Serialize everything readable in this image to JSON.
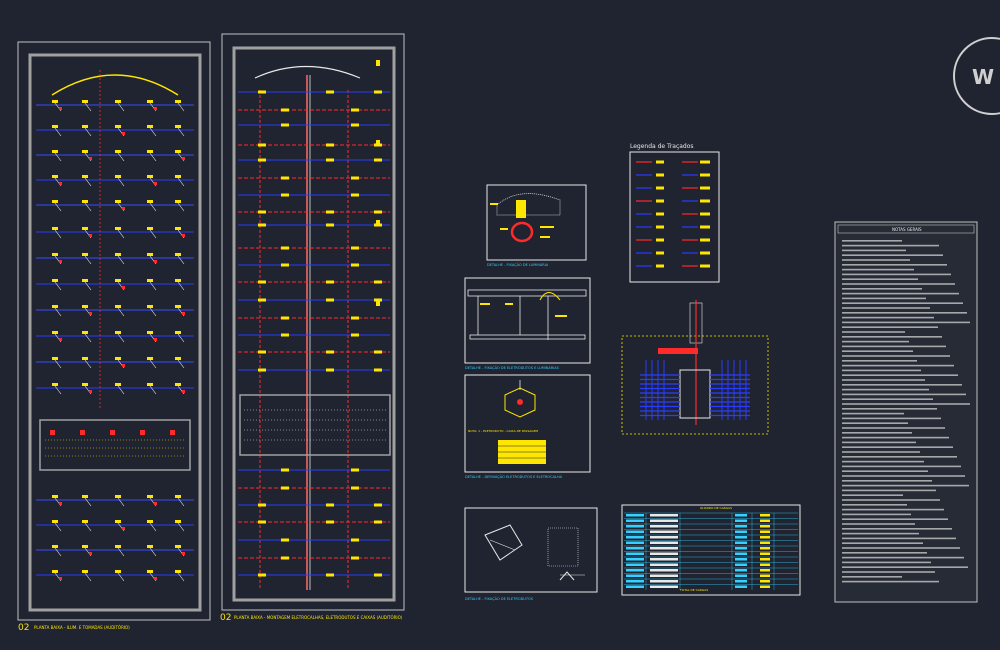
{
  "watermark": "W",
  "plan1": {
    "number": "02",
    "title": "PLANTA BAIXA - ILUM. E TOMADAS (AUDITÓRIO)"
  },
  "plan2": {
    "number": "02",
    "title": "PLANTA BAIXA - MONTAGEM ELETROCALHAS, ELETRODUTOS E CAIXAS (AUDITÓRIO)"
  },
  "details": {
    "d1_title": "DETALHE - FIXAÇÃO DE LUMINÁRIA",
    "d2_title": "DETALHE - FIXAÇÃO DE ELETRODUTOS E LUMINÁRIAS",
    "d3_title": "DETALHE - DERIVAÇÃO ELETRODUTOS E ELETROCALHA",
    "d4_title": "DETALHE - FIXAÇÃO DE ELETRODUTOS",
    "d3_note": "NOTA: 1 - ELETRODUTO - CAIXA DE PASSAGEM"
  },
  "legend": {
    "title": "Legenda de Traçados"
  },
  "notes": {
    "title": "NOTAS GERAIS"
  },
  "table": {
    "title": "QUADRO DE CARGAS",
    "footer": "TOTAL DE CARGAS"
  },
  "colors": {
    "background": "#1f2430",
    "wall": "#9a9a9a",
    "circuit_blue": "#2a3dff",
    "circuit_red": "#ff2a2a",
    "fixture_yellow": "#ffe600",
    "annotation_white": "#e8e8e8",
    "conduit_cyan": "#34d0ff"
  }
}
